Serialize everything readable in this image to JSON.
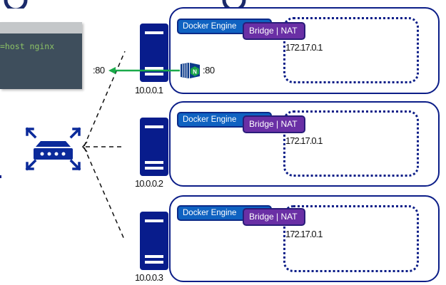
{
  "code": {
    "command_fragment": "=host nginx"
  },
  "colors": {
    "host_border": "#0c1e88",
    "docker_engine": "#0f62c1",
    "bridge_nat": "#6a2fa5",
    "arrow_green": "#1aaa4a",
    "code_text": "#8cc265",
    "code_bg": "#3e4e5c"
  },
  "load_balancer": {
    "icon": "load-balancer-icon"
  },
  "published_port": ":80",
  "hosts": [
    {
      "ip": "10.0.0.1",
      "engine_label": "Docker Engine",
      "network_label": "Bridge | NAT",
      "bridge_ip": "172.17.0.1",
      "container": {
        "icon": "nginx-container-icon",
        "port": ":80"
      }
    },
    {
      "ip": "10.0.0.2",
      "engine_label": "Docker Engine",
      "network_label": "Bridge | NAT",
      "bridge_ip": "172.17.0.1"
    },
    {
      "ip": "10.0.0.3",
      "engine_label": "Docker Engine",
      "network_label": "Bridge | NAT",
      "bridge_ip": "172.17.0.1"
    }
  ]
}
